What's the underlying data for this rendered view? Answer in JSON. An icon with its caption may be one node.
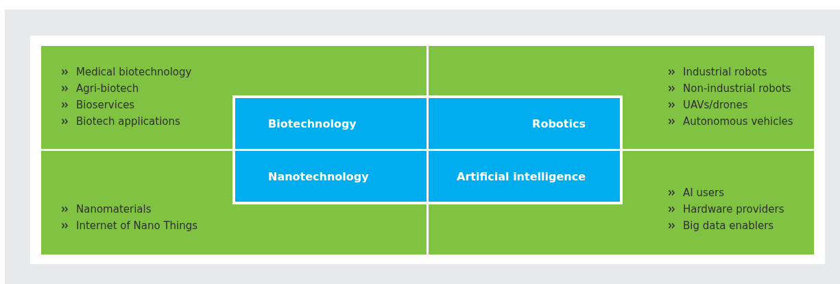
{
  "diagram": {
    "nodes": [
      {
        "text": [
          "Medical biotechnology",
          "Agri-biotech",
          "Bioservices",
          "Biotech applications"
        ]
      },
      {
        "text": [
          "Biotechnology"
        ],
        "in": 0
      },
      {
        "text": [
          "Industrial robots",
          "Non-industrial robots",
          "UAVs/drones",
          "Autonomous vehicles"
        ]
      },
      {
        "text": [
          "Robotics"
        ],
        "in": 2
      },
      {
        "text": [
          "Nanomaterials",
          "Internet of Nano Things"
        ]
      },
      {
        "text": [
          "Nanotechnology"
        ],
        "in": 4
      },
      {
        "text": [
          "AI users",
          "Hardware providers",
          "Big data enablers"
        ]
      },
      {
        "text": [
          "Artificial intelligence"
        ],
        "in": 6
      }
    ],
    "edges": []
  }
}
